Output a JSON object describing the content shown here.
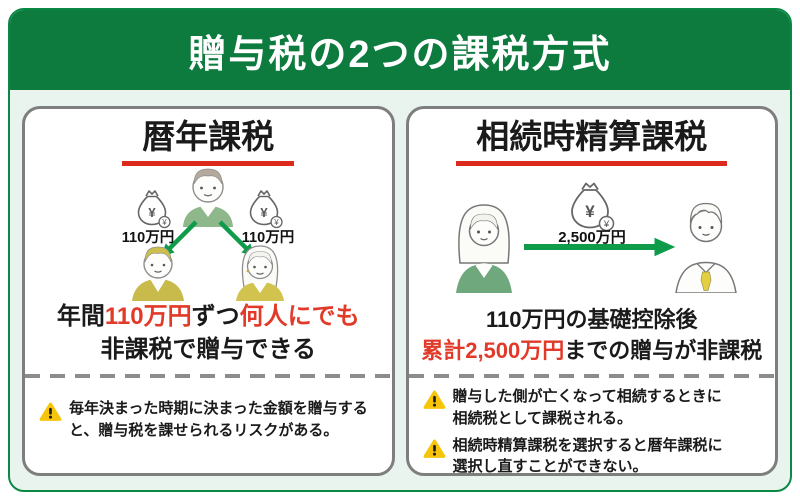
{
  "header": {
    "title": "贈与税の2つの課税方式"
  },
  "colors": {
    "header_green": "#0D7A3E",
    "frame_green": "#0B8944",
    "bg_green": "#E9F4EE",
    "card_border": "#7E7E7E",
    "accent_red": "#E23A28",
    "underline_red": "#DC2B1C",
    "arrow_green": "#0F9C4A",
    "divider_gray": "#8C8C8C",
    "warning_yellow": "#F6C40A"
  },
  "left_card": {
    "title": "暦年課税",
    "bag_labels": [
      "110万円",
      "110万円"
    ],
    "statement": {
      "line1_a": "年間",
      "line1_b": "110万円",
      "line1_c": "ずつ",
      "line1_d": "何人にでも",
      "line2": "非課税で贈与できる"
    },
    "notes": [
      "毎年決まった時期に決まった金額を贈与すると、贈与税を課せられるリスクがある。"
    ]
  },
  "right_card": {
    "title": "相続時精算課税",
    "bag_label": "2,500万円",
    "statement": {
      "line1": "110万円の基礎控除後",
      "line2_red": "累計2,500万円",
      "line2_rest": "までの贈与が非課税"
    },
    "notes": [
      "贈与した側が亡くなって相続するときに相続税として課税される。",
      "相続時精算課税を選択すると暦年課税に選択し直すことができない。"
    ]
  }
}
